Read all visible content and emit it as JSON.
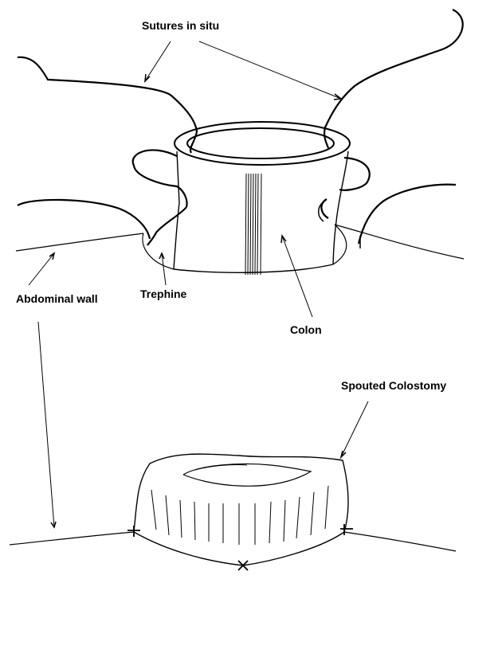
{
  "labels": {
    "sutures": "Sutures in situ",
    "abdominal_wall": "Abdominal wall",
    "trephine": "Trephine",
    "colon": "Colon",
    "spouted_colostomy": "Spouted Colostomy"
  }
}
